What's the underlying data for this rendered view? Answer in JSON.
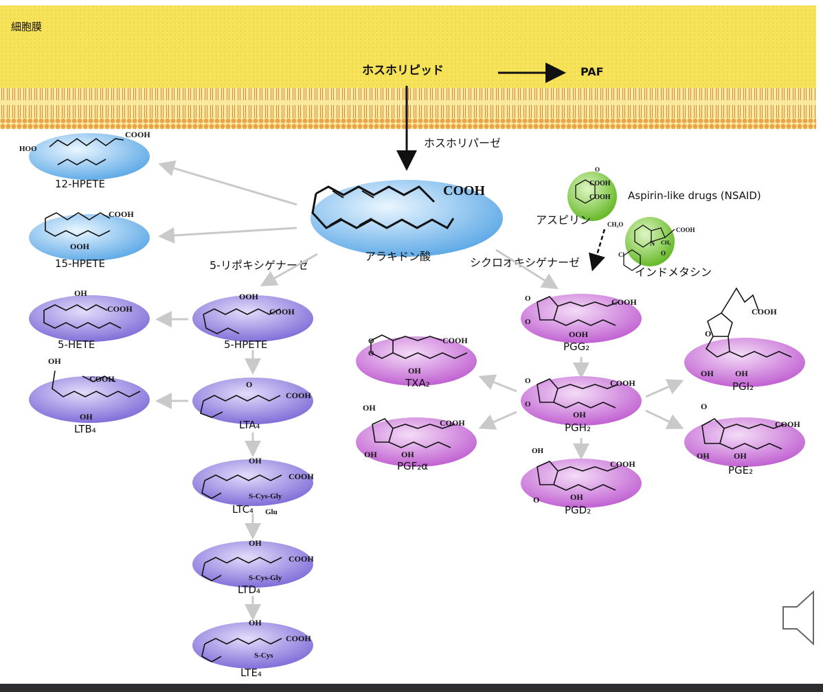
{
  "membrane": {
    "label": "細胞膜",
    "color": "#f5e55a",
    "lipid_color": "#e8a24a"
  },
  "top": {
    "phospholipid": "ホスホリピッド",
    "paf": "PAF",
    "phospholipase": "ホスホリパーゼ"
  },
  "arachidonic": {
    "label": "アラキドン酸",
    "cooh": "COOH"
  },
  "enzymes": {
    "lipoxygenase": "5-リポキシゲナーゼ",
    "cyclooxygenase": "シクロオキシゲナーゼ"
  },
  "drugs": {
    "aspirin": "アスピリン",
    "indomethacin": "インドメタシン",
    "nsaid": "Aspirin-like drugs (NSAID)",
    "aspirin_groups": [
      "O",
      "COOH",
      "COOH"
    ],
    "indo_groups": [
      "CH₃O",
      "COOH",
      "N",
      "CH₃",
      "Cl",
      "O"
    ]
  },
  "hpete_blue": {
    "h12": {
      "label": "12-HPETE",
      "g1": "HOO",
      "g2": "COOH"
    },
    "h15": {
      "label": "15-HPETE",
      "g1": "COOH",
      "g2": "OOH"
    },
    "h5hete": {
      "label": "5-HETE",
      "g1": "OH",
      "g2": "COOH"
    },
    "ltb4": {
      "label": "LTB₄",
      "g1": "OH",
      "g2": "COOH",
      "g3": "OH"
    }
  },
  "lt_chain": {
    "hpete5": {
      "label": "5-HPETE",
      "g1": "OOH",
      "g2": "COOH"
    },
    "lta4": {
      "label": "LTA₄",
      "g1": "O",
      "g2": "COOH"
    },
    "ltc4": {
      "label": "LTC₄",
      "g1": "OH",
      "g2": "COOH",
      "g3": "S-Cys-Gly",
      "g4": "Glu"
    },
    "ltd4": {
      "label": "LTD₄",
      "g1": "OH",
      "g2": "COOH",
      "g3": "S-Cys-Gly"
    },
    "lte4": {
      "label": "LTE₄",
      "g1": "OH",
      "g2": "COOH",
      "g3": "S-Cys"
    }
  },
  "pg": {
    "pgg2": {
      "label": "PGG₂",
      "g1": "O",
      "g2": "O",
      "g3": "COOH",
      "g4": "OOH"
    },
    "pgh2": {
      "label": "PGH₂",
      "g1": "O",
      "g2": "O",
      "g3": "COOH",
      "g4": "OH"
    },
    "pgd2": {
      "label": "PGD₂",
      "g1": "OH",
      "g2": "COOH",
      "g3": "O",
      "g4": "OH"
    },
    "txa2": {
      "label": "TXA₂",
      "g1": "O",
      "g2": "O",
      "g3": "COOH",
      "g4": "OH"
    },
    "pgf2a": {
      "label": "PGF₂α",
      "g1": "OH",
      "g2": "COOH",
      "g3": "OH",
      "g4": "OH"
    },
    "pgi2": {
      "label": "PGI₂",
      "g1": "O",
      "g2": "COOH",
      "g3": "OH",
      "g4": "OH"
    },
    "pge2": {
      "label": "PGE₂",
      "g1": "O",
      "g2": "COOH",
      "g3": "OH",
      "g4": "OH"
    }
  },
  "colors": {
    "blue": "#6fb3ea",
    "blue_hi": "#dff0fc",
    "violet": "#8a78dc",
    "violet_hi": "#ddd6f8",
    "magenta": "#c463d2",
    "magenta_hi": "#f1d4f5",
    "green": "#6fc22a",
    "green_hi": "#d6f3b5",
    "gray_arrow": "#c9c9c9"
  },
  "icons": {
    "speaker": "speaker-icon"
  }
}
